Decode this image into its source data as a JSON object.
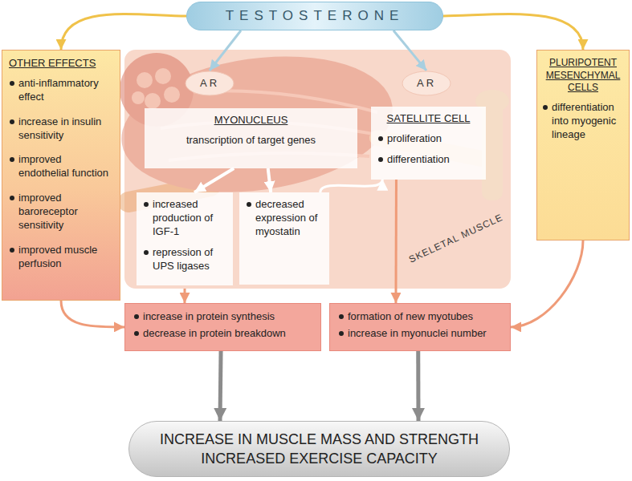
{
  "diagram": {
    "nodes": [
      {
        "text": [
          "TESTOSTERONE"
        ]
      },
      {
        "text": [
          "OTHER EFFECTS",
          "anti-inflammatory effect",
          "increase in insulin sensitivity",
          "improved endothelial function",
          "improved baroreceptor sensitivity",
          "improved muscle perfusion"
        ]
      },
      {
        "text": [
          "SKELETAL MUSCLE"
        ]
      },
      {
        "text": [
          "AR"
        ],
        "in": 2
      },
      {
        "text": [
          "AR"
        ],
        "in": 2
      },
      {
        "text": [
          "MYONUCLEUS",
          "transcription of target genes"
        ],
        "in": 2
      },
      {
        "text": [
          "SATELLITE CELL",
          "proliferation",
          "differentiation"
        ],
        "in": 2
      },
      {
        "text": [
          "increased production of IGF-1",
          "repression of UPS ligases"
        ],
        "in": 2
      },
      {
        "text": [
          "decreased expression of myostatin"
        ],
        "in": 2
      },
      {
        "text": [
          "PLURIPOTENT MESENCHYMAL CELLS",
          "differentiation into myogenic lineage"
        ]
      },
      {
        "text": [
          "increase in protein synthesis",
          "decrease in protein breakdown"
        ]
      },
      {
        "text": [
          "formation of new myotubes",
          "increase in myonuclei number"
        ]
      },
      {
        "text": [
          "INCREASE IN MUSCLE MASS AND STRENGTH",
          "INCREASED EXERCISE CAPACITY"
        ]
      }
    ],
    "edges": [
      {
        "from": 0,
        "to": 1,
        "arrow": "to"
      },
      {
        "from": 0,
        "to": 3,
        "arrow": "to"
      },
      {
        "from": 0,
        "to": 4,
        "arrow": "to"
      },
      {
        "from": 0,
        "to": 9,
        "arrow": "to"
      },
      {
        "from": 5,
        "to": 7,
        "arrow": "to"
      },
      {
        "from": 5,
        "to": 8,
        "arrow": "to"
      },
      {
        "from": 8,
        "to": 6,
        "arrow": "to"
      },
      {
        "from": 2,
        "to": 10,
        "arrow": "to"
      },
      {
        "from": 6,
        "to": 11,
        "arrow": "to"
      },
      {
        "from": 1,
        "to": 10,
        "arrow": "to"
      },
      {
        "from": 9,
        "to": 11,
        "arrow": "to"
      },
      {
        "from": 10,
        "to": 12,
        "arrow": "to"
      },
      {
        "from": 11,
        "to": 12,
        "arrow": "to"
      }
    ]
  }
}
